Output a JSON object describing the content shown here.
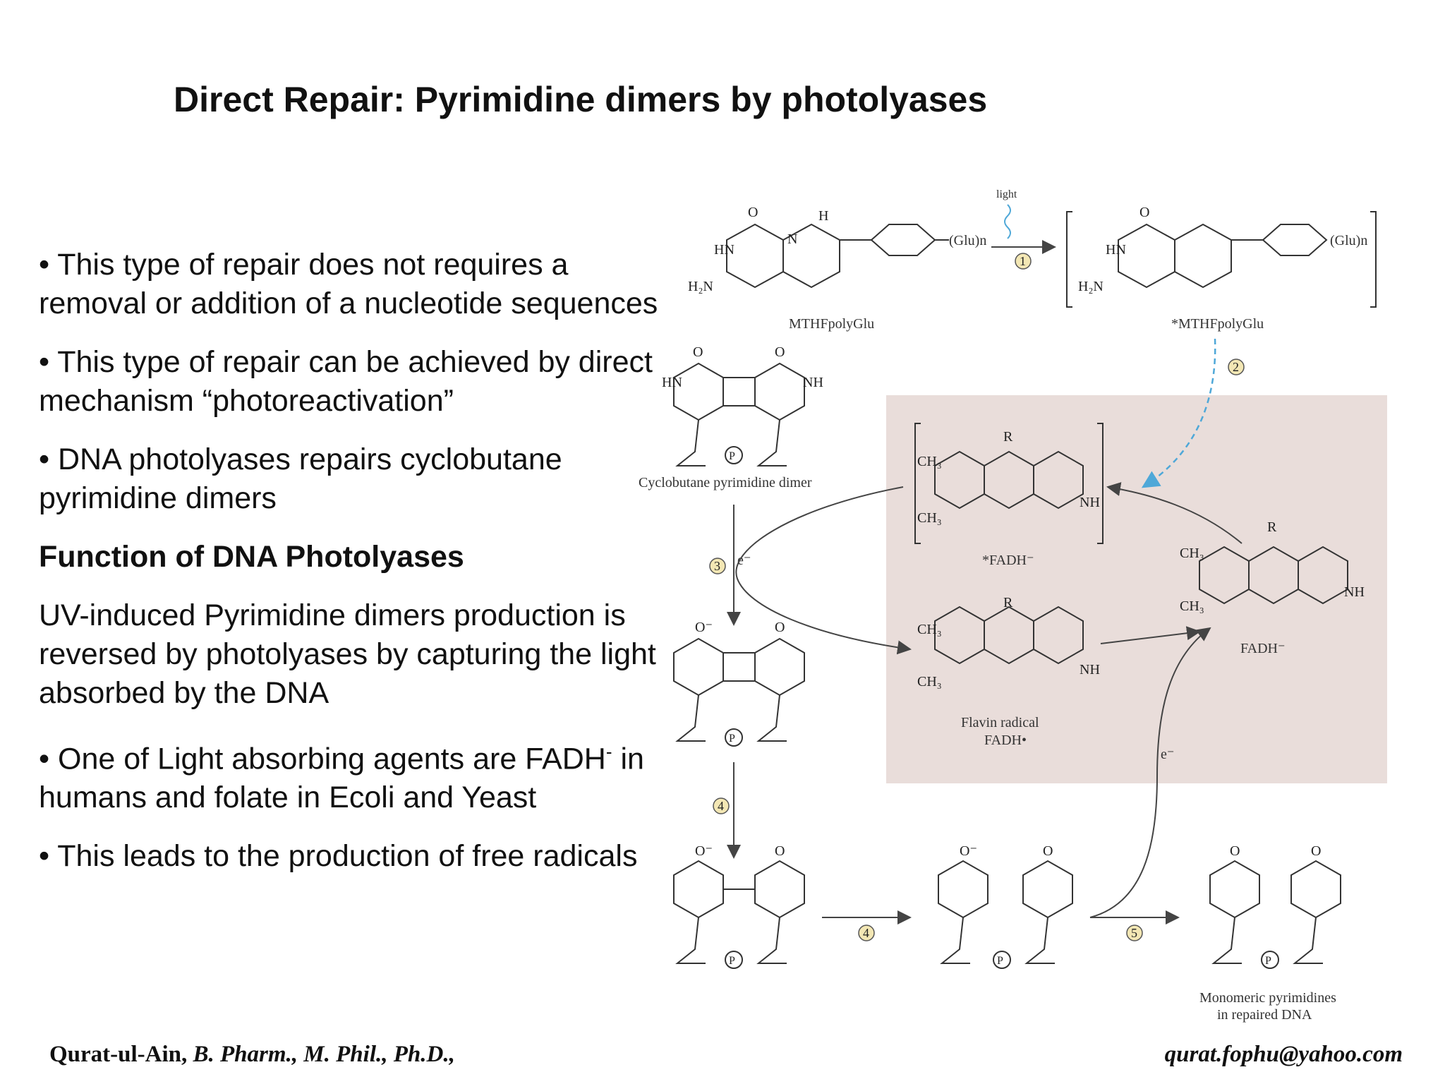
{
  "slide": {
    "title": "Direct Repair: Pyrimidine dimers by photolyases",
    "bullet1": "• This type of repair does not requires a removal or addition of a nucleotide sequences",
    "bullet2": "• This type of repair can be achieved by direct mechanism “photoreactivation”",
    "bullet3": "• DNA photolyases repairs cyclobutane pyrimidine dimers",
    "heading": "Function of DNA Photolyases",
    "para": "UV-induced Pyrimidine dimers production is reversed by photolyases by capturing the light absorbed by the DNA",
    "bullet4_pre": "• One of Light absorbing agents are FADH",
    "bullet4_sup": "-",
    "bullet4_post": " in humans and folate in Ecoli and Yeast",
    "bullet5": "• This leads to the production of free radicals"
  },
  "footer": {
    "author": "Qurat-ul-Ain,",
    "degrees": "B. Pharm., M. Phil., Ph.D.,",
    "email": "qurat.fophu@yahoo.com"
  },
  "diagram": {
    "light": "light",
    "mthf": "MTHFpolyGlu",
    "mthf_excited": "*MTHFpolyGlu",
    "glu": "(Glu)n",
    "dimer": "Cyclobutane pyrimidine dimer",
    "fadh_excited": "*FADH⁻",
    "fadh": "FADH⁻",
    "flavin_radical_1": "Flavin radical",
    "flavin_radical_2": "FADH•",
    "monomeric_1": "Monomeric pyrimidines",
    "monomeric_2": "in repaired DNA",
    "e_minus": "e⁻",
    "step1": "1",
    "step2": "2",
    "step3": "3",
    "step4": "4",
    "step5": "5",
    "bg_color": "#e9ddda",
    "arrow_blue": "#4fa8d8"
  }
}
